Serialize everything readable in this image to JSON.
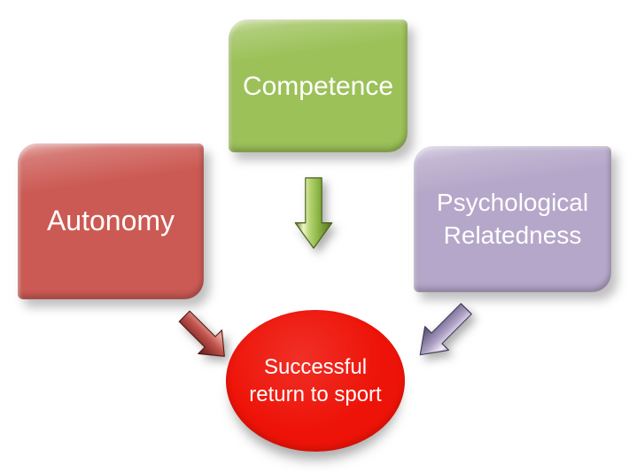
{
  "canvas": {
    "background": "#ffffff"
  },
  "nodes": {
    "competence": {
      "label": "Competence",
      "fill": "#9cc158",
      "text_color": "#ffffff"
    },
    "autonomy": {
      "label": "Autonomy",
      "fill": "#cc5a54",
      "text_color": "#ffffff"
    },
    "relatedness": {
      "label": "Psychological Relatedness",
      "fill": "#b5a7c9",
      "text_color": "#ffffff"
    },
    "outcome": {
      "label": "Successful return to sport",
      "fill": "#ee1308",
      "text_color": "#ffffff"
    }
  },
  "arrows": {
    "green": {
      "edge": "#49611a",
      "stops": [
        "#5e7c2b",
        "#eff7c3",
        "#b9d678",
        "#8fb949",
        "#55701f"
      ]
    },
    "red": {
      "edge": "#4e1513",
      "stops": [
        "#5f1b18",
        "#8b312d",
        "#c2554f",
        "#eba89c",
        "#d87f74"
      ]
    },
    "purple": {
      "edge": "#413a58",
      "stops": [
        "#4f4566",
        "#857a9e",
        "#b0a3c6",
        "#efeaf7",
        "#cdc3de"
      ]
    }
  }
}
